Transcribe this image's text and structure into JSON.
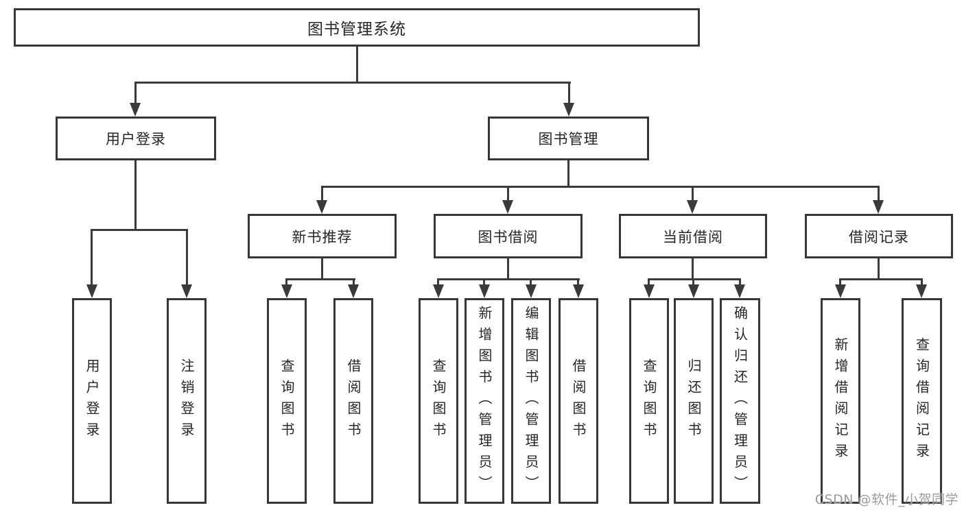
{
  "diagram": {
    "root": {
      "label": "图书管理系统"
    },
    "branches": [
      {
        "label": "用户登录",
        "children": [
          {
            "label": "用户登录"
          },
          {
            "label": "注销登录"
          }
        ]
      },
      {
        "label": "图书管理",
        "children": [
          {
            "label": "新书推荐",
            "children": [
              {
                "label": "查询图书"
              },
              {
                "label": "借阅图书"
              }
            ]
          },
          {
            "label": "图书借阅",
            "children": [
              {
                "label": "查询图书"
              },
              {
                "label": "新增图书（管理员）"
              },
              {
                "label": "编辑图书（管理员）"
              },
              {
                "label": "借阅图书"
              }
            ]
          },
          {
            "label": "当前借阅",
            "children": [
              {
                "label": "查询图书"
              },
              {
                "label": "归还图书"
              },
              {
                "label": "确认归还（管理员）"
              }
            ]
          },
          {
            "label": "借阅记录",
            "children": [
              {
                "label": "新增借阅记录"
              },
              {
                "label": "查询借阅记录"
              }
            ]
          }
        ]
      }
    ]
  },
  "watermark": {
    "text": "CSDN @软件_小贺同学"
  },
  "colors": {
    "line": "#3a3a3a",
    "box_border": "#363636",
    "box_background": "#ffffff",
    "text": "#262626",
    "watermark": "#9b9b9b"
  }
}
